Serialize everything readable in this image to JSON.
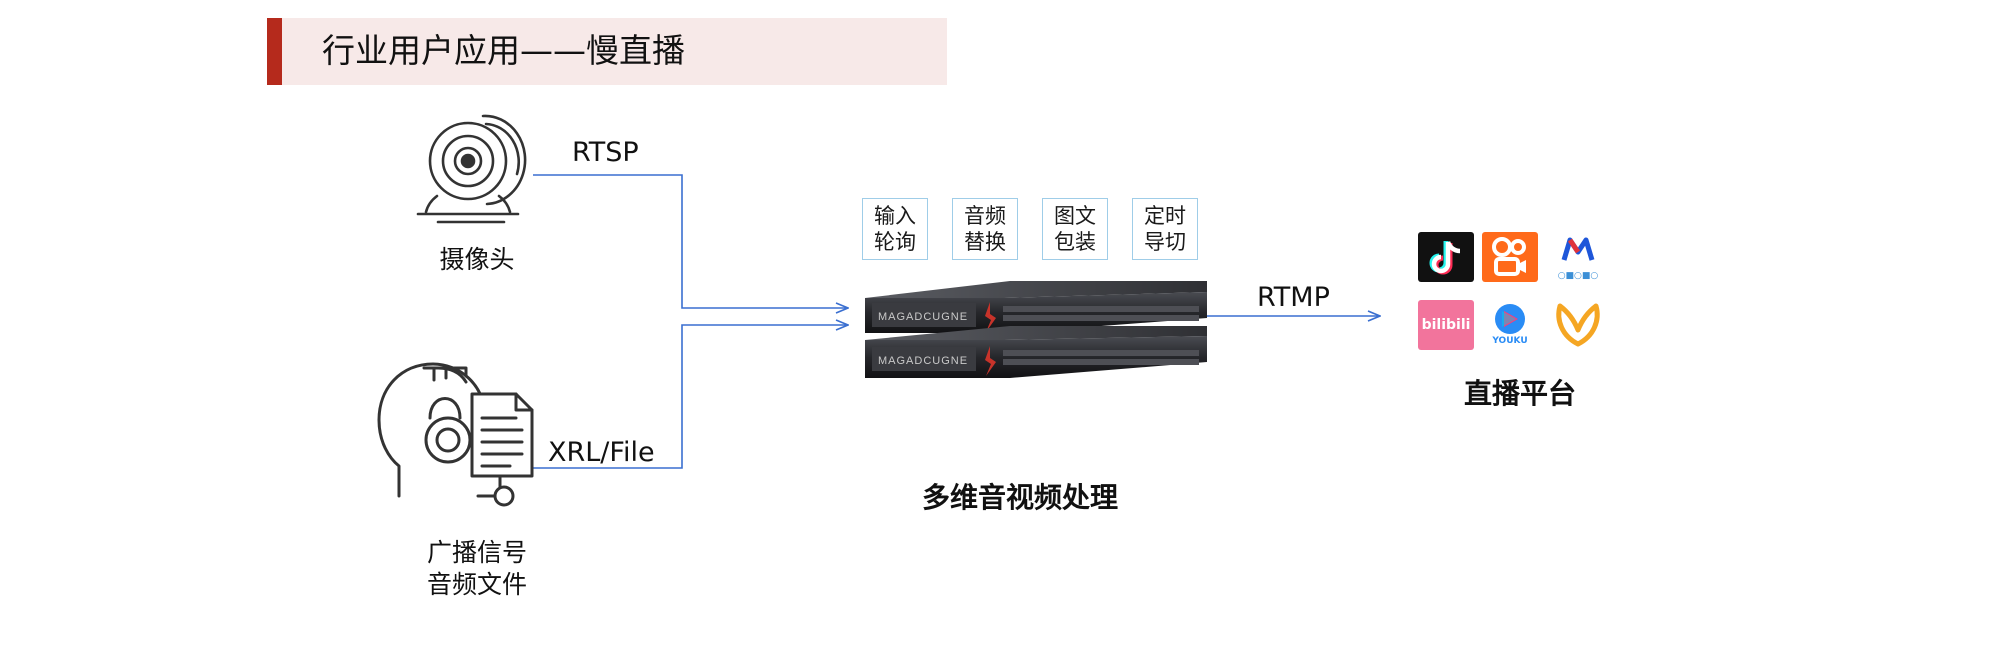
{
  "header": {
    "title": "行业用户应用——慢直播"
  },
  "sources": {
    "camera": {
      "label": "摄像头",
      "protocol": "RTSP",
      "icon": "webcam-icon"
    },
    "broadcast": {
      "label_line1": "广播信号",
      "label_line2": "音频文件",
      "protocol": "XRL/File",
      "icon": "head-headphones-document-icon"
    }
  },
  "processor": {
    "label": "多维音视频处理",
    "icon": "rack-server-icon",
    "features": [
      {
        "line1": "输入",
        "line2": "轮询"
      },
      {
        "line1": "音频",
        "line2": "替换"
      },
      {
        "line1": "图文",
        "line2": "包装"
      },
      {
        "line1": "定时",
        "line2": "导切"
      }
    ]
  },
  "output": {
    "protocol": "RTMP",
    "label": "直播平台",
    "platform_icons": [
      "douyin-icon",
      "kuaishou-icon",
      "mgtv-icon",
      "bilibili-icon",
      "youku-icon",
      "weishi-icon"
    ],
    "platform_texts": {
      "bilibili": "bilibili",
      "youku": "YOUKU"
    }
  },
  "colors": {
    "accent": "#b52a1c",
    "title_band": "#f7e9e8",
    "connector": "#3a6fd0",
    "feature_border": "#9fcde8"
  }
}
